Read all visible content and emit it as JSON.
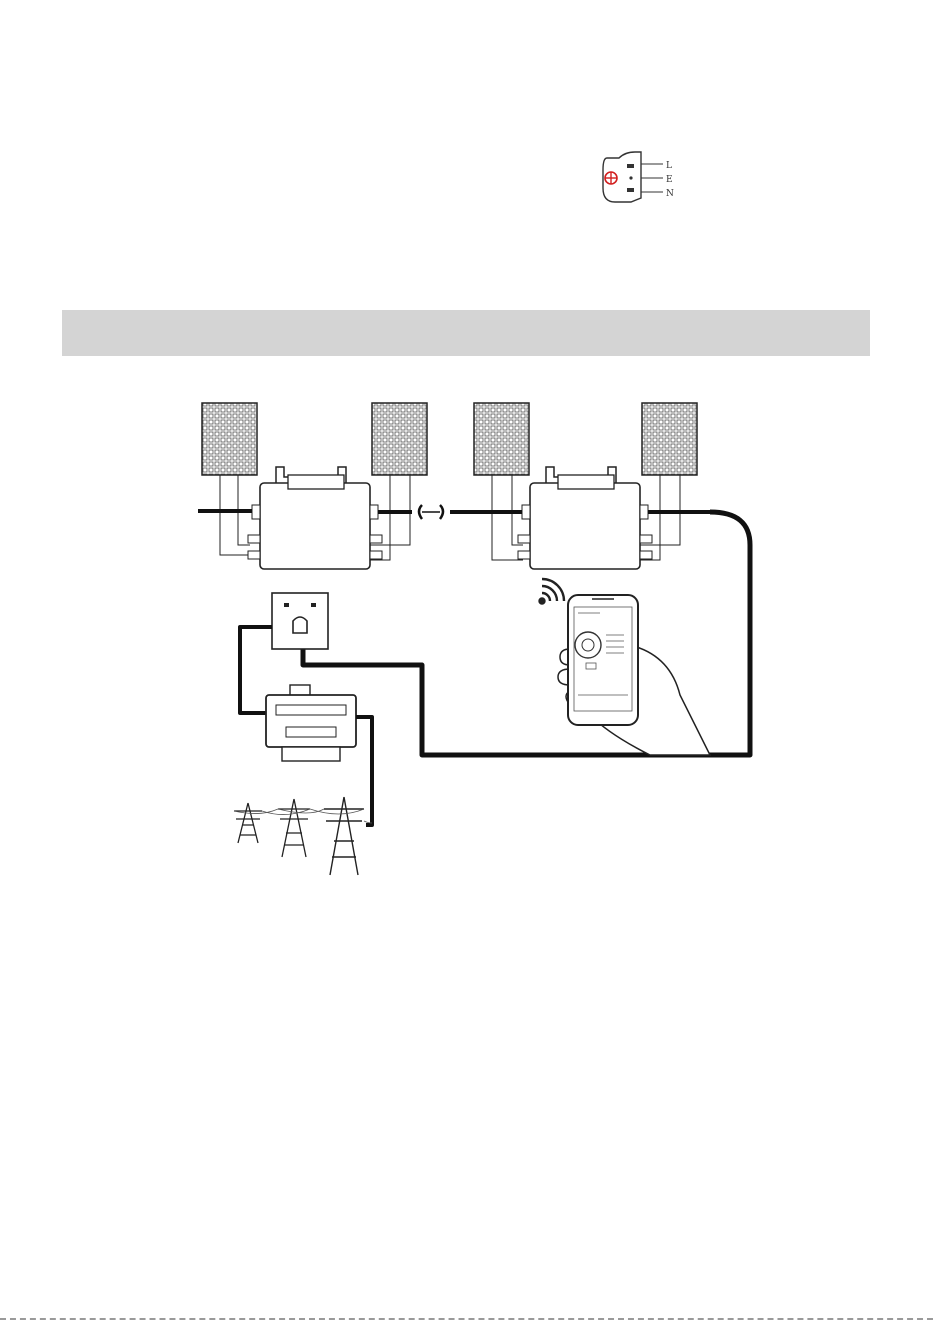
{
  "connector": {
    "pins": [
      "L",
      "E",
      "N"
    ]
  },
  "colors": {
    "section_bar": "#d4d4d4",
    "line": "#111111",
    "connector_accent": "#d22020"
  },
  "icons": [
    "solar-panel-icon",
    "microinverter-icon",
    "wifi-icon",
    "smartphone-icon",
    "hand-icon",
    "wall-socket-icon",
    "energy-meter-icon",
    "power-tower-icon",
    "ac-connector-icon"
  ]
}
